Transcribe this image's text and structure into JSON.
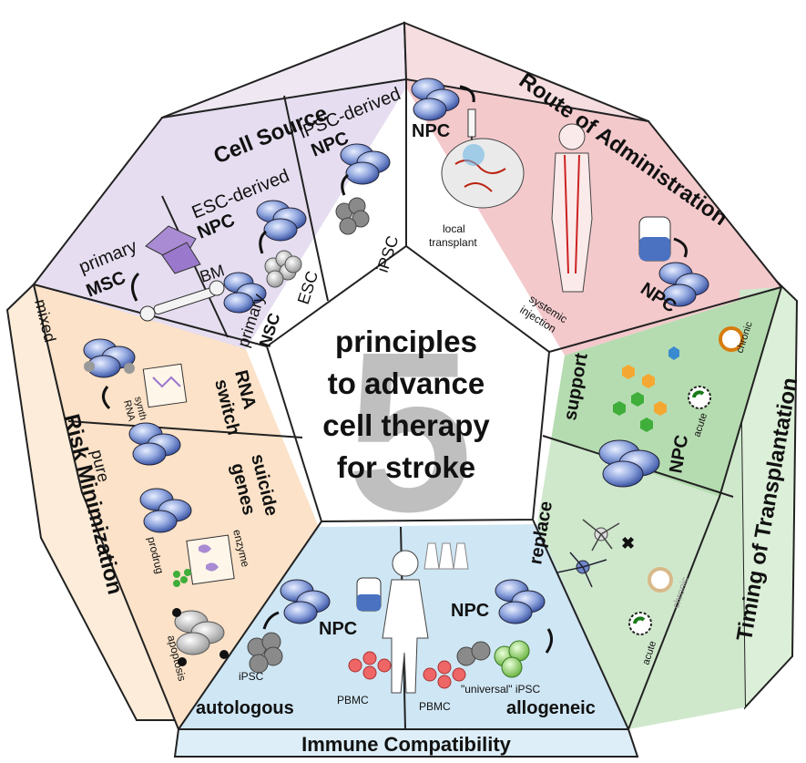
{
  "center": {
    "numeral": "5",
    "line1": "principles",
    "line2": "to advance",
    "line3": "cell therapy",
    "line4": "for stroke"
  },
  "cell_source": {
    "title": "Cell Source",
    "primary": "primary",
    "msc": "MSC",
    "bm": "BM",
    "nsc": "NSC",
    "esc_derived": "ESC-derived",
    "ipsc_derived": "iPSC-derived",
    "npc": "NPC",
    "esc": "ESC",
    "ipsc": "iPSC"
  },
  "route": {
    "title": "Route of Administration",
    "npc": "NPC",
    "local": "local",
    "transplant": "transplant",
    "systemic": "systemic",
    "injection": "injection"
  },
  "timing": {
    "title": "Timing of Transplantation",
    "support": "support",
    "replace": "replace",
    "npc": "NPC",
    "acute": "acute",
    "chronic": "chronic"
  },
  "immune": {
    "title": "Immune Compatibility",
    "autologous": "autologous",
    "allogeneic": "allogeneic",
    "npc": "NPC",
    "ipsc": "iPSC",
    "universal_ipsc": "\"universal\" iPSC",
    "pbmc": "PBMC"
  },
  "risk": {
    "title": "Risk Minimization",
    "mixed": "mixed",
    "pure": "pure",
    "rna": "RNA",
    "switch": "switch",
    "synth": "synth",
    "rna_small": "RNA",
    "suicide": "suicide",
    "genes": "genes",
    "enzyme": "enzyme",
    "prodrug": "prodrug",
    "apoptosis": "apoptosis"
  },
  "colors": {
    "cell_source": "#e6def0",
    "route": "#f3c9cc",
    "timing": "#cfe8cc",
    "immune": "#cfe6f4",
    "risk": "#fbe2c8",
    "rim": "#efe8f3",
    "cell_blue": "#6f87c9",
    "numeral_grey": "#b9b9b9"
  }
}
